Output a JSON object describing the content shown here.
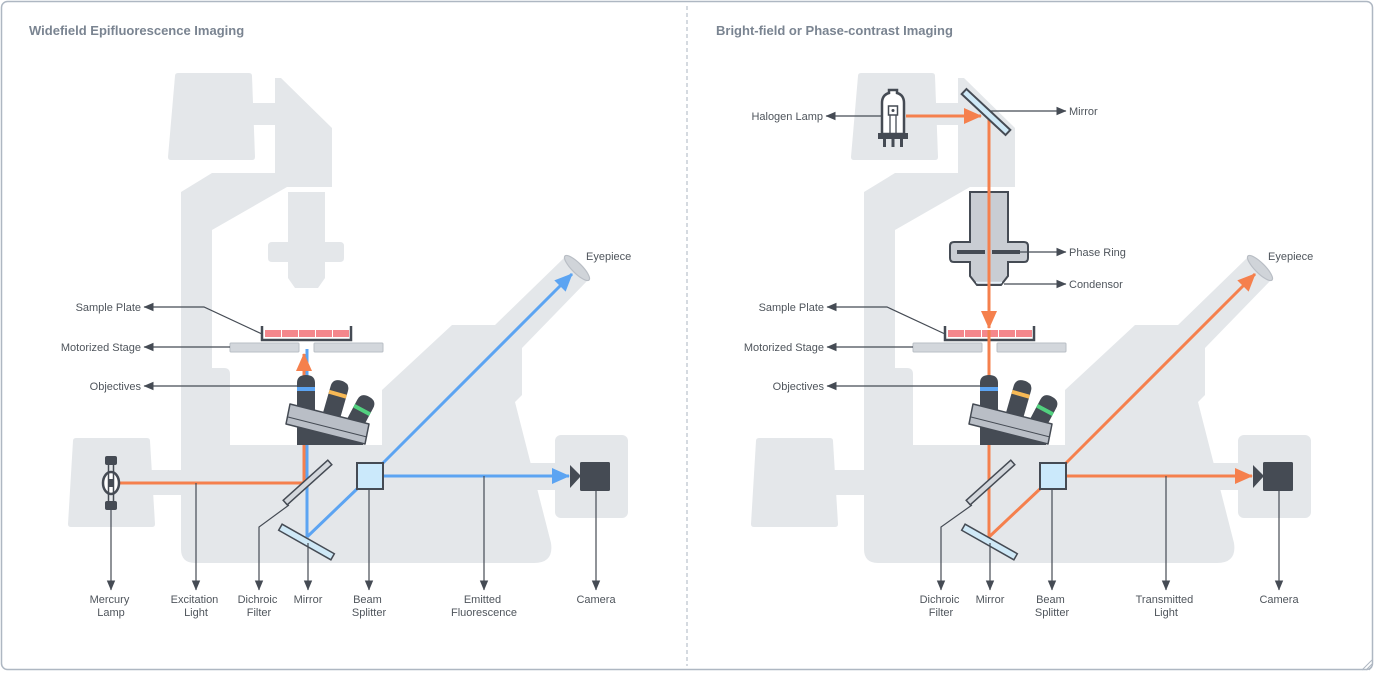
{
  "colors": {
    "excitation_light": "#f5804d",
    "emitted_fluorescence": "#5ca4f2",
    "transmitted_light": "#f5804d",
    "objective_band_1": "#5ca4f2",
    "objective_band_2": "#f7b955",
    "objective_band_3": "#52d17f",
    "sample_wells": "#f4878c"
  },
  "panels": [
    {
      "title": "Widefield Epifluorescence Imaging",
      "labels": {
        "sample_plate": "Sample Plate",
        "motorized_stage": "Motorized Stage",
        "objectives": "Objectives",
        "eyepiece": "Eyepiece",
        "mercury_lamp": [
          "Mercury",
          "Lamp"
        ],
        "excitation_light": [
          "Excitation",
          "Light"
        ],
        "dichroic_filter": [
          "Dichroic",
          "Filter"
        ],
        "mirror": "Mirror",
        "beam_splitter": [
          "Beam",
          "Splitter"
        ],
        "emitted_fluorescence": [
          "Emitted",
          "Fluorescence"
        ],
        "camera": "Camera"
      }
    },
    {
      "title": "Bright-field or Phase-contrast Imaging",
      "labels": {
        "halogen_lamp": "Halogen Lamp",
        "top_mirror": "Mirror",
        "phase_ring": "Phase Ring",
        "condensor": "Condensor",
        "sample_plate": "Sample Plate",
        "motorized_stage": "Motorized Stage",
        "objectives": "Objectives",
        "eyepiece": "Eyepiece",
        "dichroic_filter": [
          "Dichroic",
          "Filter"
        ],
        "mirror": "Mirror",
        "beam_splitter": [
          "Beam",
          "Splitter"
        ],
        "transmitted_light": [
          "Transmitted",
          "Light"
        ],
        "camera": "Camera"
      }
    }
  ]
}
